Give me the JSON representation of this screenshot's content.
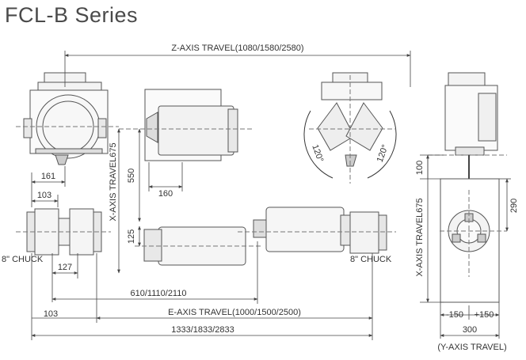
{
  "title": "FCL-B Series",
  "labels": {
    "z_axis_travel": "Z-AXIS TRAVEL(1080/1580/2580)",
    "x_axis_travel_left": "X-AXIS TRAVEL675",
    "x_axis_travel_right": "X-AXIS TRAVEL675",
    "e_axis_travel": "E-AXIS TRAVEL(1000/1500/2500)",
    "y_axis_travel": "(Y-AXIS TRAVEL)",
    "chuck_left": "8\" CHUCK",
    "chuck_right": "8\" CHUCK",
    "angle_left": "120°",
    "angle_right": "120°"
  },
  "dimensions": {
    "d161": "161",
    "d103_top": "103",
    "d160": "160",
    "d550": "550",
    "d125": "125",
    "d127": "127",
    "d610": "610/1110/2110",
    "d103_bottom": "103",
    "d1333": "1333/1833/2833",
    "d100": "100",
    "d290": "290",
    "dm150": "-150",
    "dp150": "+150",
    "d300": "300"
  }
}
